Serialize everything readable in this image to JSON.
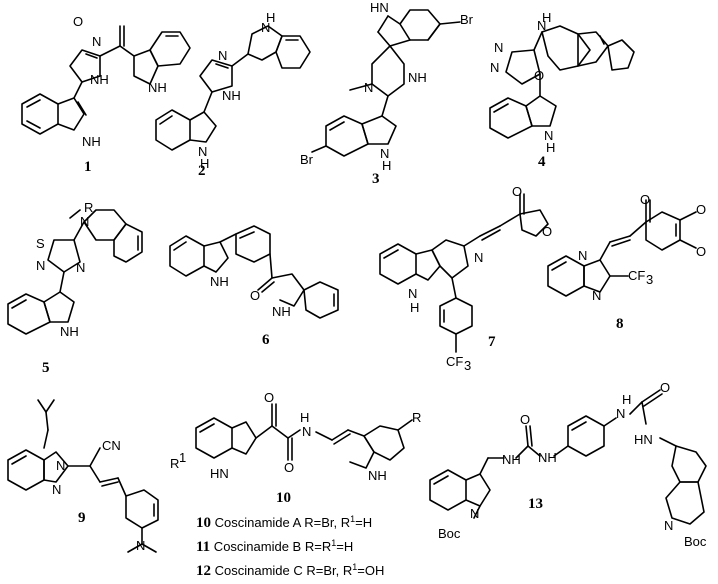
{
  "compounds": [
    {
      "number": "1"
    },
    {
      "number": "2"
    },
    {
      "number": "3"
    },
    {
      "number": "4"
    },
    {
      "number": "5"
    },
    {
      "number": "6"
    },
    {
      "number": "7"
    },
    {
      "number": "8"
    },
    {
      "number": "9"
    },
    {
      "number": "10"
    },
    {
      "number": "13"
    }
  ],
  "atom_labels": {
    "O": "O",
    "N": "N",
    "NH": "NH",
    "H": "H",
    "HN": "HN",
    "Br": "Br",
    "S": "S",
    "R": "R",
    "R1": "R",
    "sup1": "1",
    "CF3": "CF",
    "sub3": "3",
    "CN": "CN",
    "Boc": "Boc"
  },
  "captions": [
    {
      "num": "10",
      "text": " Coscinamide A R=Br, R",
      "sup": "1",
      "tail": "=H"
    },
    {
      "num": "11",
      "text": " Coscinamide B R=R",
      "sup": "1",
      "tail": "=H"
    },
    {
      "num": "12",
      "text": " Coscinamide C R=Br, R",
      "sup": "1",
      "tail": "=OH"
    }
  ]
}
